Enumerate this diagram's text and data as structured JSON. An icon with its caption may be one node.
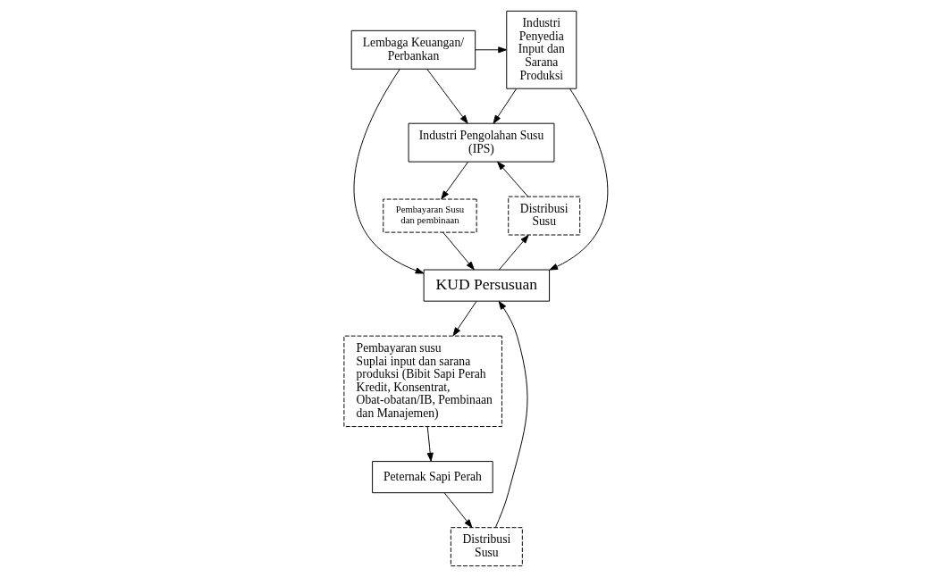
{
  "diagram": {
    "nodes": [
      {
        "text": [
          "Lembaga Keuangan/ Perbankan"
        ]
      },
      {
        "text": [
          "Industri Pengolahan Susu (IPS)"
        ]
      },
      {
        "text": [
          "Industri Penyedia Input dan Sarana Produksi"
        ]
      },
      {
        "text": [
          "Distribusi Susu"
        ]
      },
      {
        "text": [
          "Pembayaran Susu dan pembinaan"
        ]
      },
      {
        "text": [
          "KUD Persusuan"
        ]
      },
      {
        "text": [
          "Distribusi Susu"
        ]
      },
      {
        "text": [
          "Pembayaran susu",
          "Suplai input dan sarana produksi (Bibit Sapi Perah Kredit, Konsentrat, Obat-obatan/IB, Pembinaan dan Manajemen)"
        ]
      },
      {
        "text": [
          "Peternak Sapi Perah"
        ]
      }
    ],
    "edges": [
      {
        "from": 0,
        "to": 1,
        "arrow": "to"
      },
      {
        "from": 0,
        "to": 2,
        "arrow": "to"
      },
      {
        "from": 0,
        "to": 5,
        "arrow": "to"
      },
      {
        "from": 2,
        "to": 1,
        "arrow": "to"
      },
      {
        "from": 2,
        "to": 5,
        "arrow": "to"
      },
      {
        "from": 5,
        "to": 3,
        "arrow": "to"
      },
      {
        "from": 3,
        "to": 1,
        "arrow": "to"
      },
      {
        "from": 1,
        "to": 4,
        "arrow": "to"
      },
      {
        "from": 4,
        "to": 5,
        "arrow": "to"
      },
      {
        "from": 8,
        "to": 6,
        "arrow": "to"
      },
      {
        "from": 6,
        "to": 5,
        "arrow": "to"
      },
      {
        "from": 5,
        "to": 7,
        "arrow": "to"
      },
      {
        "from": 7,
        "to": 8,
        "arrow": "to"
      }
    ]
  }
}
